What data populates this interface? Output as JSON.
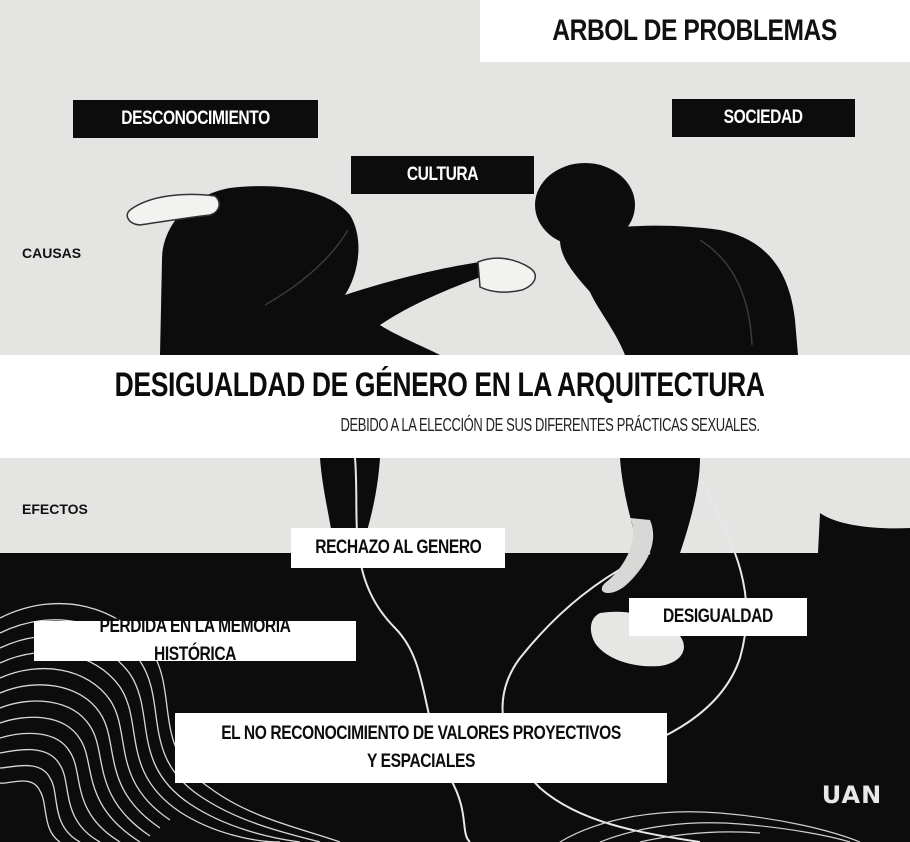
{
  "title": "ARBOL DE PROBLEMAS",
  "causes": {
    "section_label": "CAUSAS",
    "items": [
      "DESCONOCIMIENTO",
      "CULTURA",
      "SOCIEDAD"
    ]
  },
  "problem": {
    "title": "DESIGUALDAD DE GÉNERO EN LA ARQUITECTURA",
    "subtitle": "DEBIDO A LA  ELECCIÓN DE SUS DIFERENTES PRÁCTICAS  SEXUALES."
  },
  "effects": {
    "section_label": "EFECTOS",
    "items": [
      "RECHAZO AL  GENERO",
      "DESIGUALDAD",
      "PERDIDA EN LA MEMORIA HISTÓRICA",
      "EL NO RECONOCIMIENTO DE VALORES PROYECTIVOS Y ESPACIALES"
    ]
  },
  "logo": {
    "text": "UAN"
  },
  "colors": {
    "illustration_dark": "#0c0c0c",
    "illustration_light": "#e4e4e2",
    "label_dark": "#0c0c0c",
    "label_light": "#ffffff"
  }
}
